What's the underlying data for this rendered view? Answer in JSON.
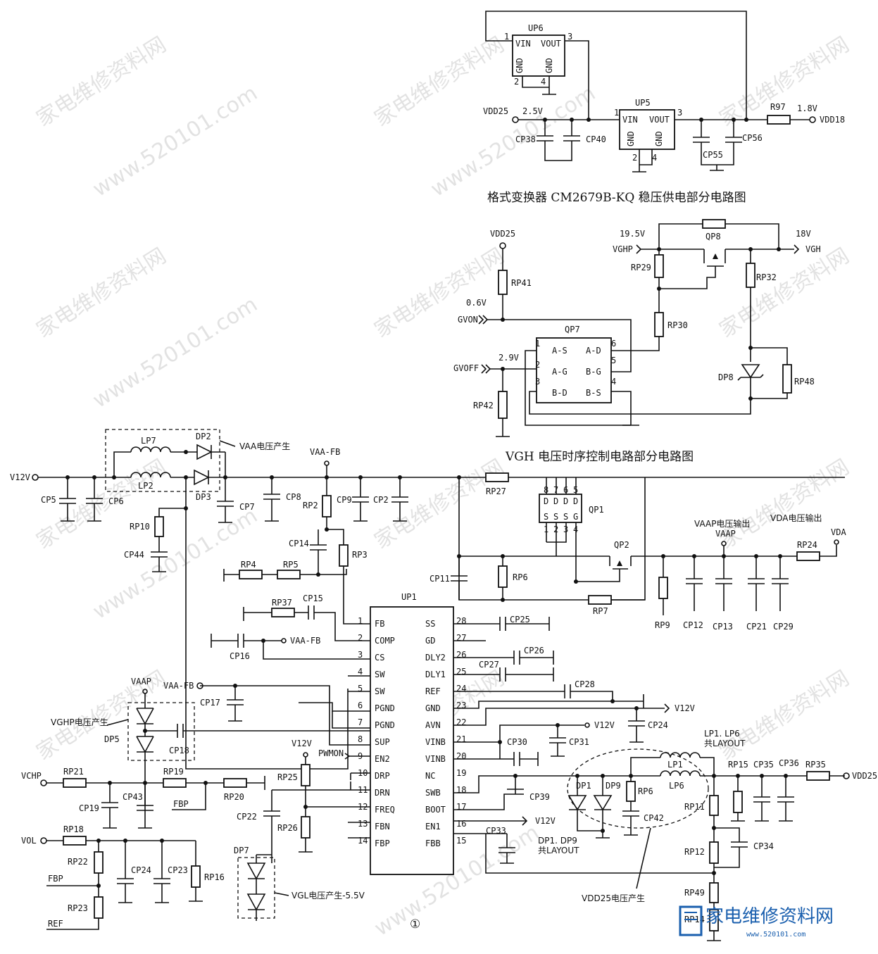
{
  "captions": {
    "regulator": "格式变换器 CM2679B-KQ 稳压供电部分电路图",
    "vgh": "VGH 电压时序控制电路部分电路图",
    "figure_number": "①"
  },
  "notes": {
    "vaa_gen": "VAA电压产生",
    "vaap_out": "VAAP电压输出",
    "vda_out": "VDA电压输出",
    "vghp_gen": "VGHP电压产生",
    "vgl_gen": "VGL电压产生-5.5V",
    "lp_layout": "LP1. LP6",
    "lp_layout2": "共LAYOUT",
    "dp_layout": "DP1. DP9",
    "dp_layout2": "共LAYOUT",
    "vdd25_gen": "VDD25电压产生"
  },
  "nets": {
    "vdd25_in": "VDD25",
    "v25": "2.5V",
    "v18": "1.8V",
    "vdd18": "VDD18",
    "vdd25_top": "VDD25",
    "v06": "0.6V",
    "gvon": "GVON",
    "gvoff": "GVOFF",
    "v29": "2.9V",
    "v195": "19.5V",
    "vghp": "VGHP",
    "v18b": "18V",
    "vgh": "VGH",
    "v12v": "V12V",
    "vaa_fb": "VAA-FB",
    "vaap": "VAAP",
    "vda": "VDA",
    "vaa_fb2": "VAA-FB",
    "vaa_fb3": "VAA-FB",
    "vaap2": "VAAP",
    "v12v_r1": "V12V",
    "v12v_r2": "V12V",
    "v12v_r3": "V12V",
    "v12v_mid": "V12V",
    "pwmon": "PWMON",
    "vchp": "VCHP",
    "vol": "VOL",
    "fbp1": "FBP",
    "fbp2": "FBP",
    "ref": "REF",
    "vdd25_out": "VDD25"
  },
  "parts": {
    "up6": "UP6",
    "up5": "UP5",
    "vin": "VIN",
    "vout": "VOUT",
    "gnd": "GND",
    "up6_p1": "1",
    "up6_p3": "3",
    "up6_p2": "2",
    "up6_p4": "4",
    "up5_p1": "1",
    "up5_p3": "3",
    "up5_p2": "2",
    "up5_p4": "4",
    "cp38": "CP38",
    "cp40": "CP40",
    "cp55": "CP55",
    "cp56": "CP56",
    "r97": "R97",
    "rp41": "RP41",
    "rp42": "RP42",
    "qp7": "QP7",
    "qp8": "QP8",
    "rp29": "RP29",
    "rp30": "RP30",
    "rp32": "RP32",
    "rp48": "RP48",
    "dp8": "DP8",
    "qp7_pins": [
      "A-S",
      "A-G",
      "B-D",
      "A-D",
      "B-G",
      "B-S"
    ],
    "qp7_nums": [
      "1",
      "2",
      "3",
      "6",
      "5",
      "4"
    ],
    "lp7": "LP7",
    "lp2": "LP2",
    "dp2": "DP2",
    "dp3": "DP3",
    "cp5": "CP5",
    "cp6": "CP6",
    "cp7": "CP7",
    "cp8": "CP8",
    "cp9": "CP9",
    "cp2": "CP2",
    "rp2": "RP2",
    "rp3": "RP3",
    "rp10": "RP10",
    "cp44": "CP44",
    "cp14": "CP14",
    "rp4": "RP4",
    "rp5": "RP5",
    "rp27": "RP27",
    "qp1": "QP1",
    "qp2": "QP2",
    "qp1_top": [
      "8",
      "7",
      "6",
      "5"
    ],
    "qp1_bot": [
      "1",
      "2",
      "3",
      "4"
    ],
    "qp1_d": "D",
    "qp1_s": "S",
    "qp1_g": "G",
    "cp11": "CP11",
    "rp6": "RP6",
    "rp7": "RP7",
    "rp9": "RP9",
    "cp12": "CP12",
    "cp13": "CP13",
    "cp21": "CP21",
    "cp29": "CP29",
    "rp24": "RP24",
    "rp37": "RP37",
    "cp15": "CP15",
    "cp16": "CP16",
    "up1": "UP1",
    "up1_left": [
      "FB",
      "COMP",
      "CS",
      "SW",
      "SW",
      "PGND",
      "PGND",
      "SUP",
      "EN2",
      "DRP",
      "DRN",
      "FREQ",
      "FBN",
      "FBP"
    ],
    "up1_left_n": [
      "1",
      "2",
      "3",
      "4",
      "5",
      "6",
      "7",
      "8",
      "9",
      "10",
      "11",
      "12",
      "13",
      "14"
    ],
    "up1_right": [
      "SS",
      "GD",
      "DLY2",
      "DLY1",
      "REF",
      "GND",
      "AVN",
      "VINB",
      "VINB",
      "NC",
      "SWB",
      "BOOT",
      "EN1",
      "FBB"
    ],
    "up1_right_n": [
      "28",
      "27",
      "26",
      "25",
      "24",
      "23",
      "22",
      "21",
      "20",
      "19",
      "18",
      "17",
      "16",
      "15"
    ],
    "cp25": "CP25",
    "cp26": "CP26",
    "cp27": "CP27",
    "cp28": "CP28",
    "cp24": "CP24",
    "cp30": "CP30",
    "cp31": "CP31",
    "cp39": "CP39",
    "cp33": "CP33",
    "cp17": "CP17",
    "dp5": "DP5",
    "cp18": "CP18",
    "rp21": "RP21",
    "rp19": "RP19",
    "rp20": "RP20",
    "cp19": "CP19",
    "cp43": "CP43",
    "rp25": "RP25",
    "rp26": "RP26",
    "cp22": "CP22",
    "dp7": "DP7",
    "rp18": "RP18",
    "rp22": "RP22",
    "rp23": "RP23",
    "cp24b": "CP24",
    "cp23": "CP23",
    "rp16": "RP16",
    "lp1": "LP1",
    "lp6": "LP6",
    "dp1": "DP1",
    "dp9": "DP9",
    "rp6b": "RP6",
    "cp42": "CP42",
    "rp15": "RP15",
    "cp35": "CP35",
    "cp36": "CP36",
    "rp35": "RP35",
    "rp11": "RP11",
    "cp34": "CP34",
    "rp12": "RP12",
    "rp49": "RP49",
    "rp14": "RP14"
  },
  "watermarks": [
    "家电维修资料网",
    "www.520101.com"
  ],
  "logo": {
    "title": "家电维修资料网",
    "url": "www.520101.com",
    "color": "#1a5fae"
  }
}
